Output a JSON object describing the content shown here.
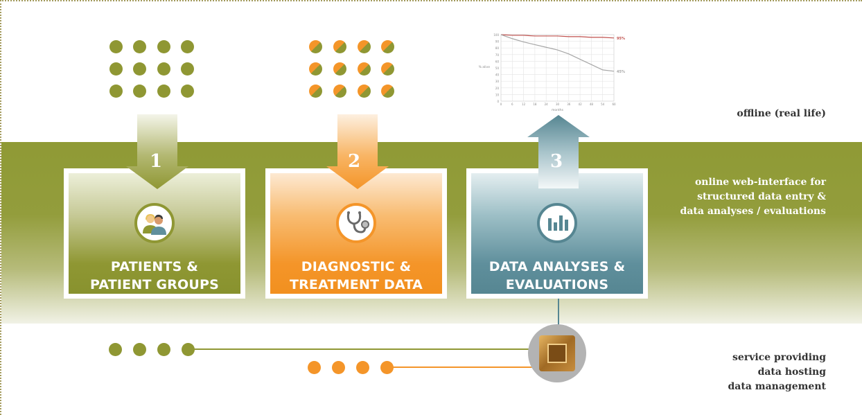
{
  "cards": [
    {
      "num": "1",
      "line1": "PATIENTS &",
      "line2": "PATIENT GROUPS",
      "icon": "patients-icon"
    },
    {
      "num": "2",
      "line1": "DIAGNOSTIC &",
      "line2": "TREATMENT DATA",
      "icon": "stethoscope-icon"
    },
    {
      "num": "3",
      "line1": "DATA ANALYSES &",
      "line2": "EVALUATIONS",
      "icon": "bar-chart-icon"
    }
  ],
  "labels": {
    "offline": "offline (real life)",
    "online": [
      "online web-interface for",
      "structured data entry &",
      "data analyses / evaluations"
    ],
    "service": [
      "service providing",
      "data hosting",
      "data management"
    ]
  },
  "colors": {
    "olive": "#8f9733",
    "orange": "#f49529",
    "teal": "#568692",
    "line_red": "#c0504d",
    "line_gray": "#a6a6a6"
  },
  "chart_data": {
    "type": "line",
    "xlabel": "months",
    "ylabel": "% alive",
    "x": [
      0,
      6,
      12,
      18,
      24,
      30,
      36,
      42,
      48,
      54,
      60
    ],
    "xlim": [
      0,
      60
    ],
    "ylim": [
      0,
      100
    ],
    "yticks": [
      0,
      10,
      20,
      30,
      40,
      50,
      60,
      70,
      80,
      90,
      100
    ],
    "series": [
      {
        "values": [
          100,
          99,
          99,
          98,
          98,
          98,
          97,
          97,
          96,
          96,
          95
        ],
        "end_label": "95%",
        "color": "#c0504d"
      },
      {
        "values": [
          100,
          94,
          89,
          85,
          81,
          77,
          71,
          63,
          55,
          47,
          45
        ],
        "end_label": "45%",
        "color": "#a6a6a6"
      }
    ]
  }
}
